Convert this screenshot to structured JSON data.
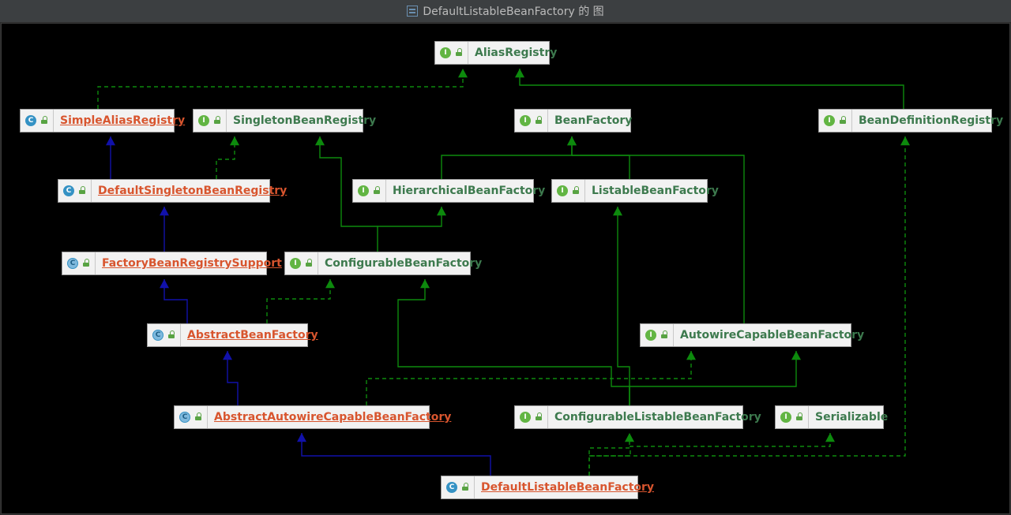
{
  "window": {
    "title": "DefaultListableBeanFactory 的 图"
  },
  "colors": {
    "realization": "#0d8a0d",
    "inheritance": "#1111aa",
    "interface_text": "#3d7a4e",
    "class_text": "#d8552e"
  },
  "nodes": [
    {
      "id": "alias",
      "label": "AliasRegistry",
      "kind": "interface",
      "icon": "interface-icon"
    },
    {
      "id": "simplealias",
      "label": "SimpleAliasRegistry",
      "kind": "class",
      "icon": "class-icon"
    },
    {
      "id": "singleton",
      "label": "SingletonBeanRegistry",
      "kind": "interface",
      "icon": "interface-icon"
    },
    {
      "id": "beanfactory",
      "label": "BeanFactory",
      "kind": "interface",
      "icon": "interface-icon"
    },
    {
      "id": "beandef",
      "label": "BeanDefinitionRegistry",
      "kind": "interface",
      "icon": "interface-icon"
    },
    {
      "id": "defsingleton",
      "label": "DefaultSingletonBeanRegistry",
      "kind": "class",
      "icon": "class-icon"
    },
    {
      "id": "hier",
      "label": "HierarchicalBeanFactory",
      "kind": "interface",
      "icon": "interface-icon"
    },
    {
      "id": "listable",
      "label": "ListableBeanFactory",
      "kind": "interface",
      "icon": "interface-icon"
    },
    {
      "id": "fbrs",
      "label": "FactoryBeanRegistrySupport",
      "kind": "abstract",
      "icon": "abstract-class-icon"
    },
    {
      "id": "config",
      "label": "ConfigurableBeanFactory",
      "kind": "interface",
      "icon": "interface-icon"
    },
    {
      "id": "abf",
      "label": "AbstractBeanFactory",
      "kind": "abstract",
      "icon": "abstract-class-icon"
    },
    {
      "id": "autowire",
      "label": "AutowireCapableBeanFactory",
      "kind": "interface",
      "icon": "interface-icon"
    },
    {
      "id": "aacbf",
      "label": "AbstractAutowireCapableBeanFactory",
      "kind": "abstract",
      "icon": "abstract-class-icon"
    },
    {
      "id": "clbf",
      "label": "ConfigurableListableBeanFactory",
      "kind": "interface",
      "icon": "interface-icon"
    },
    {
      "id": "serial",
      "label": "Serializable",
      "kind": "interface",
      "icon": "interface-icon"
    },
    {
      "id": "dlbf",
      "label": "DefaultListableBeanFactory",
      "kind": "class",
      "icon": "class-icon"
    }
  ],
  "edges": [
    {
      "from": "simplealias",
      "to": "alias",
      "type": "implements"
    },
    {
      "from": "beandef",
      "to": "alias",
      "type": "extends-interface"
    },
    {
      "from": "defsingleton",
      "to": "simplealias",
      "type": "extends"
    },
    {
      "from": "defsingleton",
      "to": "singleton",
      "type": "implements"
    },
    {
      "from": "hier",
      "to": "beanfactory",
      "type": "extends-interface"
    },
    {
      "from": "listable",
      "to": "beanfactory",
      "type": "extends-interface"
    },
    {
      "from": "autowire",
      "to": "beanfactory",
      "type": "extends-interface"
    },
    {
      "from": "fbrs",
      "to": "defsingleton",
      "type": "extends"
    },
    {
      "from": "config",
      "to": "hier",
      "type": "extends-interface"
    },
    {
      "from": "config",
      "to": "singleton",
      "type": "extends-interface"
    },
    {
      "from": "abf",
      "to": "fbrs",
      "type": "extends"
    },
    {
      "from": "abf",
      "to": "config",
      "type": "implements"
    },
    {
      "from": "aacbf",
      "to": "abf",
      "type": "extends"
    },
    {
      "from": "aacbf",
      "to": "autowire",
      "type": "implements"
    },
    {
      "from": "clbf",
      "to": "config",
      "type": "extends-interface"
    },
    {
      "from": "clbf",
      "to": "listable",
      "type": "extends-interface"
    },
    {
      "from": "clbf",
      "to": "autowire",
      "type": "extends-interface"
    },
    {
      "from": "dlbf",
      "to": "aacbf",
      "type": "extends"
    },
    {
      "from": "dlbf",
      "to": "clbf",
      "type": "implements"
    },
    {
      "from": "dlbf",
      "to": "beandef",
      "type": "implements"
    },
    {
      "from": "dlbf",
      "to": "serial",
      "type": "implements"
    }
  ]
}
